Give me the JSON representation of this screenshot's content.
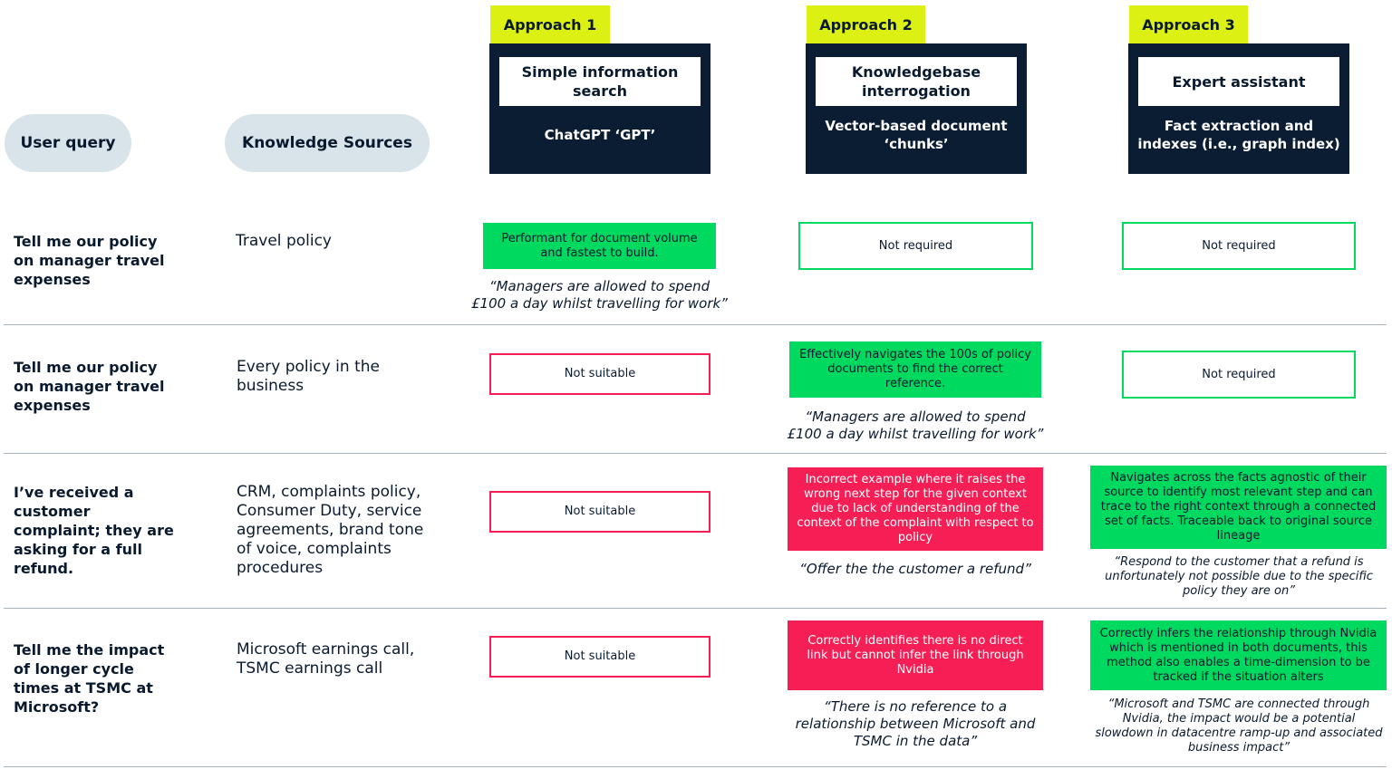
{
  "headers": {
    "user_query": "User query",
    "knowledge_sources": "Knowledge Sources"
  },
  "approaches": [
    {
      "tag": "Approach 1",
      "title": "Simple information search",
      "subtitle": "ChatGPT ‘GPT’"
    },
    {
      "tag": "Approach 2",
      "title": "Knowledgebase interrogation",
      "subtitle": "Vector-based document ‘chunks’"
    },
    {
      "tag": "Approach 3",
      "title": "Expert assistant",
      "subtitle": "Fact extraction and indexes (i.e., graph index)"
    }
  ],
  "rows": [
    {
      "query": "Tell me our policy on manager travel expenses",
      "sources": "Travel policy",
      "cells": [
        {
          "text": "Performant for document volume and fastest to build.",
          "status": "success",
          "quote": "“Managers are allowed to spend £100 a day whilst travelling for work”"
        },
        {
          "text": "Not required",
          "status": "not-required",
          "quote": ""
        },
        {
          "text": "Not required",
          "status": "not-required",
          "quote": ""
        }
      ]
    },
    {
      "query": "Tell me our policy on manager travel expenses",
      "sources": "Every policy in the business",
      "cells": [
        {
          "text": "Not suitable",
          "status": "not-suitable",
          "quote": ""
        },
        {
          "text": "Effectively navigates the 100s of policy documents to find the correct reference.",
          "status": "success",
          "quote": "“Managers are allowed to spend £100 a day whilst travelling for work”"
        },
        {
          "text": "Not required",
          "status": "not-required",
          "quote": ""
        }
      ]
    },
    {
      "query": "I’ve received a customer complaint; they are asking for a full refund.",
      "sources": "CRM, complaints policy, Consumer Duty, service agreements, brand tone of voice, complaints procedures",
      "cells": [
        {
          "text": "Not suitable",
          "status": "not-suitable",
          "quote": ""
        },
        {
          "text": "Incorrect example where it raises the wrong next step for the given context due to lack of understanding of the context of the complaint with respect to policy",
          "status": "failure",
          "quote": "“Offer the the customer a refund”"
        },
        {
          "text": "Navigates across the facts agnostic of their source to identify most relevant step and can trace to the right context through a connected set of facts. Traceable back to original source lineage",
          "status": "success",
          "quote": "“Respond to the customer that a refund is unfortunately not possible due to the specific policy they are on”"
        }
      ]
    },
    {
      "query": "Tell me the impact of longer cycle times at TSMC at Microsoft?",
      "sources": "Microsoft earnings call, TSMC earnings call",
      "cells": [
        {
          "text": "Not suitable",
          "status": "not-suitable",
          "quote": ""
        },
        {
          "text": "Correctly identifies there is no direct link but cannot infer the link through Nvidia",
          "status": "failure",
          "quote": "“There is no reference to a relationship between Microsoft and TSMC in the data”"
        },
        {
          "text": "Correctly infers the relationship through Nvidia which is mentioned in both documents, this method also enables a time-dimension to be tracked if the situation alters",
          "status": "success",
          "quote": "“Microsoft and TSMC are connected through Nvidia, the impact would be a potential slowdown in datacentre ramp-up and associated business impact”"
        }
      ]
    }
  ],
  "colors": {
    "navy": "#0b1d33",
    "lime": "#dcf014",
    "green": "#00d95f",
    "red": "#f51e55",
    "pill": "#d8e4ea"
  }
}
